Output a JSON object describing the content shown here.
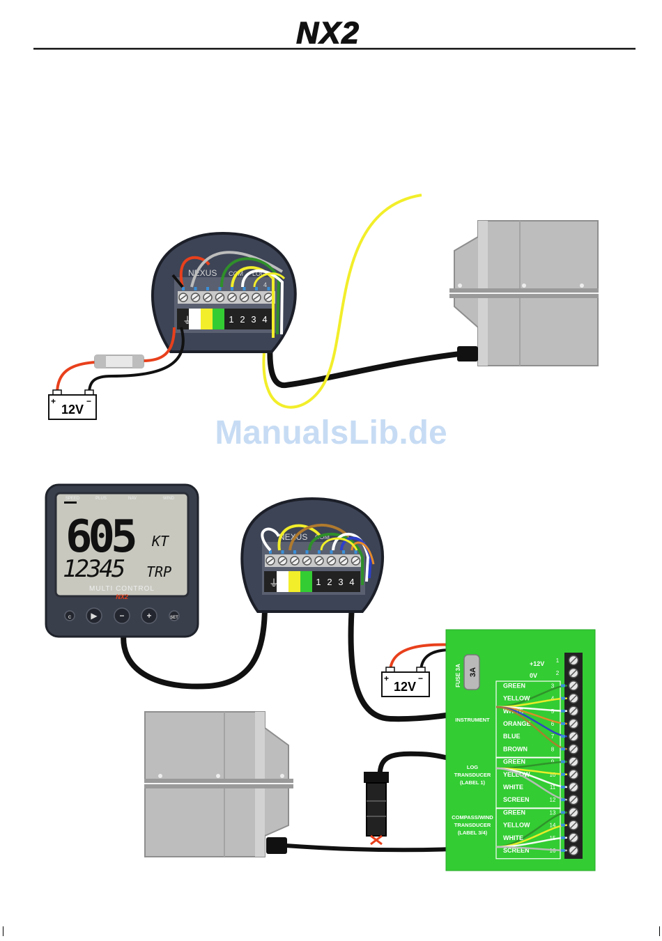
{
  "header": {
    "logo": "NX2"
  },
  "watermark": "ManualsLib.de",
  "colors": {
    "red": "#e8401c",
    "black": "#111111",
    "yellow": "#f2ee2a",
    "white": "#ffffff",
    "green": "#2f8f2a",
    "brown": "#b07a2e",
    "blue": "#2d3fc9",
    "orange": "#e48a2a",
    "grey": "#bdbdbd",
    "board_green": "#33cc33",
    "case": "#bdbdbd"
  },
  "diagram1": {
    "box_brand": "NEXUS",
    "section_com": "COM",
    "section_log": "LOG",
    "log_num": "4",
    "terminals": [
      "1",
      "2",
      "3",
      "4"
    ],
    "battery": "12V",
    "battery_plus": "+",
    "battery_minus": "−"
  },
  "diagram2": {
    "box_brand": "NEXUS",
    "section_com": "COM",
    "section_log": "LOG",
    "terminals": [
      "1",
      "2",
      "3",
      "4"
    ],
    "battery": "12V",
    "battery_plus": "+",
    "battery_minus": "−",
    "display": {
      "labels": [
        "SPEED",
        "PLUS",
        "NAV",
        "WIND"
      ],
      "big_value": "605",
      "big_unit": "KT",
      "small_value": "12345",
      "small_unit": "TRP",
      "name": "MULTI CONTROL",
      "brand": "NX2",
      "buttons": [
        "C",
        "▶",
        "−",
        "+",
        "SET"
      ]
    },
    "board": {
      "fuse_label": "FUSE 3A",
      "fuse_value": "3A",
      "power": [
        "+12V",
        "0V"
      ],
      "groups": [
        {
          "label_lines": [
            "INSTRUMENT"
          ],
          "wires": [
            "GREEN",
            "YELLOW",
            "WHITE",
            "ORANGE",
            "BLUE",
            "BROWN"
          ]
        },
        {
          "label_lines": [
            "LOG",
            "TRANSDUCER",
            "(LABEL 1)"
          ],
          "wires": [
            "GREEN",
            "YELLOW",
            "WHITE",
            "SCREEN"
          ]
        },
        {
          "label_lines": [
            "COMPASS/WIND",
            "TRANSDUCER",
            "(LABEL 3/4)"
          ],
          "wires": [
            "GREEN",
            "YELLOW",
            "WHITE",
            "SCREEN"
          ]
        }
      ],
      "numbers": [
        "1",
        "2",
        "3",
        "4",
        "5",
        "6",
        "7",
        "8",
        "9",
        "10",
        "11",
        "12",
        "13",
        "14",
        "15",
        "16"
      ]
    }
  }
}
